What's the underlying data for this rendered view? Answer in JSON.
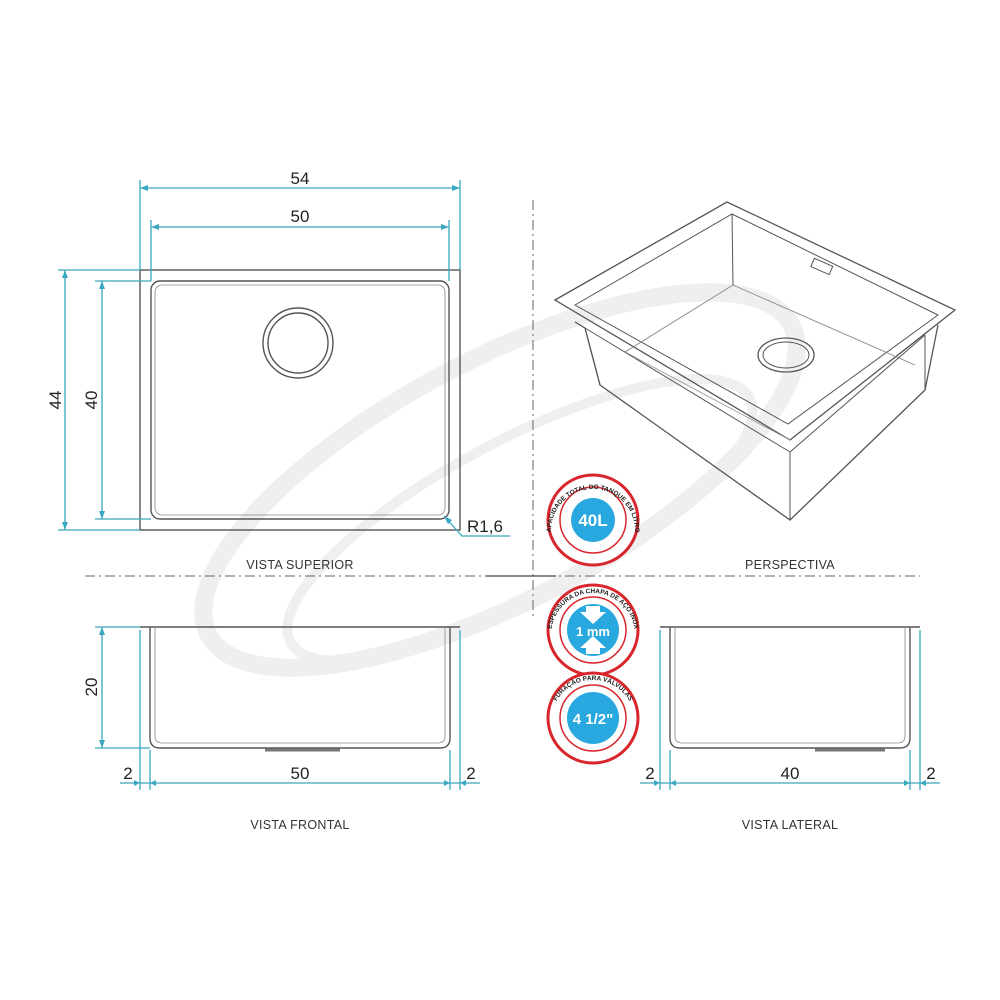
{
  "top_view": {
    "label": "VISTA SUPERIOR",
    "dim_outer_width": "54",
    "dim_inner_width": "50",
    "dim_outer_depth": "44",
    "dim_inner_depth": "40",
    "corner_radius": "R1,6"
  },
  "perspective": {
    "label": "PERSPECTIVA"
  },
  "front_view": {
    "label": "VISTA FRONTAL",
    "dim_height": "20",
    "dim_left_flange": "2",
    "dim_width": "50",
    "dim_right_flange": "2"
  },
  "side_view": {
    "label": "VISTA LATERAL",
    "dim_left_flange": "2",
    "dim_width": "40",
    "dim_right_flange": "2"
  },
  "badges": {
    "capacity": {
      "value": "40L",
      "arc_text": "CAPACIDADE TOTAL DO TANQUE EM LITROS"
    },
    "thickness": {
      "value": "1 mm",
      "arc_text": "ESPESSURA DA CHAPA DE AÇO INOX"
    },
    "drain": {
      "value": "4 1/2\"",
      "arc_text": "FURAÇÃO PARA VÁLVULAS"
    }
  },
  "colors": {
    "dimension": "#3aa8c1",
    "outline": "#555555",
    "badge_blue": "#29a8e0",
    "badge_red": "#d9262c",
    "watermark": "#f0f0f0"
  }
}
